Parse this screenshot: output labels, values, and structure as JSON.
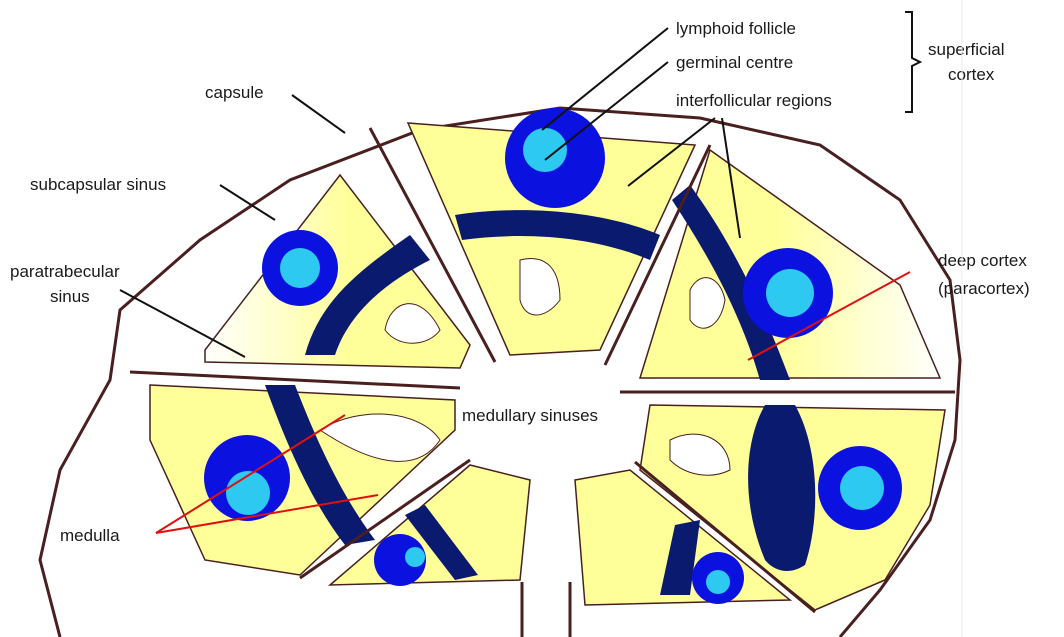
{
  "labels": {
    "lymphoid_follicle": "lymphoid follicle",
    "germinal_centre": "germinal centre",
    "interfollicular_regions": "interfollicular regions",
    "superficial_cortex_line1": "superficial",
    "superficial_cortex_line2": "cortex",
    "capsule": "capsule",
    "subcapsular_sinus": "subcapsular sinus",
    "paratrabecular_sinus_line1": "paratrabecular",
    "paratrabecular_sinus_line2": "sinus",
    "deep_cortex_line1": "deep cortex",
    "deep_cortex_line2": "(paracortex)",
    "medullary_sinuses": "medullary sinuses",
    "medulla": "medulla"
  },
  "colors": {
    "outline": "#4a1f1f",
    "cortex_yellow": "#ffff99",
    "paracortex_navy": "#0a1a6e",
    "follicle_blue": "#0b12e0",
    "germinal_cyan": "#2ec9f0",
    "leader_black": "#111111",
    "leader_red": "#e01010"
  }
}
